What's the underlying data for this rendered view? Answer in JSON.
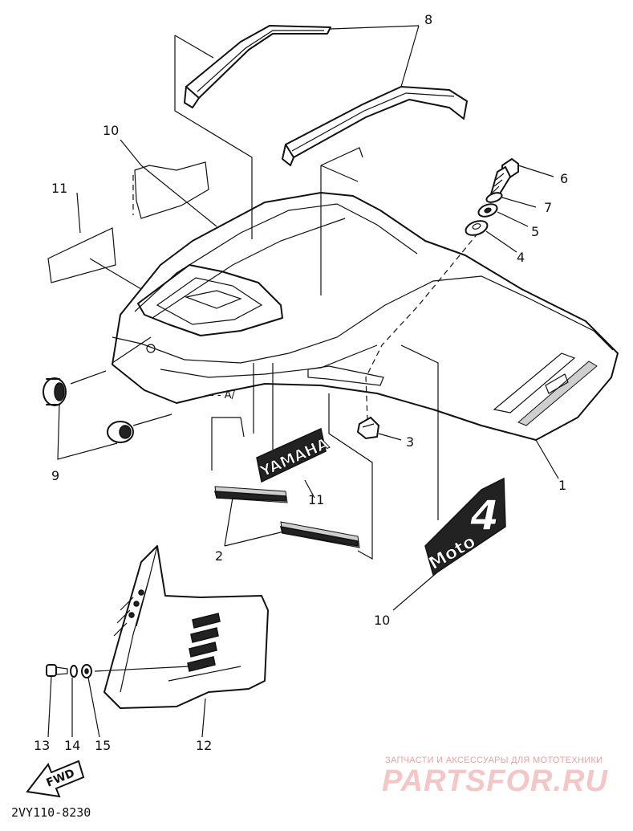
{
  "diagram": {
    "callouts": [
      {
        "id": "c8",
        "text": "8"
      },
      {
        "id": "c10a",
        "text": "10"
      },
      {
        "id": "c11a",
        "text": "11"
      },
      {
        "id": "c6",
        "text": "6"
      },
      {
        "id": "c7",
        "text": "7"
      },
      {
        "id": "c5",
        "text": "5"
      },
      {
        "id": "c4",
        "text": "4"
      },
      {
        "id": "c3",
        "text": "3"
      },
      {
        "id": "c9",
        "text": "9"
      },
      {
        "id": "c1",
        "text": "1"
      },
      {
        "id": "c11b",
        "text": "11"
      },
      {
        "id": "c2",
        "text": "2"
      },
      {
        "id": "c10b",
        "text": "10"
      },
      {
        "id": "c13",
        "text": "13"
      },
      {
        "id": "c14",
        "text": "14"
      },
      {
        "id": "c15",
        "text": "15"
      },
      {
        "id": "c12",
        "text": "12"
      }
    ],
    "decals": {
      "yamaha": "YAMAHA",
      "moto4_a": "Moto",
      "moto4_b": "4"
    },
    "fwd_label": "FWD",
    "diagram_code": "2VY110-8230"
  },
  "watermark": {
    "tagline": "ЗАПЧАСТИ И АКСЕССУАРЫ ДЛЯ МОТОТЕХНИКИ",
    "logo": "PARTSFOR.RU"
  }
}
